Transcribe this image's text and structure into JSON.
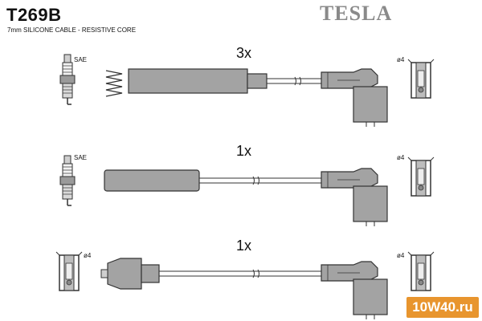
{
  "header": {
    "part_number": "T269B",
    "description": "7mm SILICONE CABLE - RESISTIVE CORE",
    "brand": "TESLA"
  },
  "rows": [
    {
      "quantity": "3x",
      "left_label": "SAE",
      "right_label": "ø4"
    },
    {
      "quantity": "1x",
      "left_label": "SAE",
      "right_label": "ø4"
    },
    {
      "quantity": "1x",
      "left_label": "ø4",
      "right_label": "ø4"
    }
  ],
  "watermark": "10W40.ru",
  "colors": {
    "cable": "#a3a3a3",
    "outline": "#333333",
    "badge": "#e8952e"
  }
}
